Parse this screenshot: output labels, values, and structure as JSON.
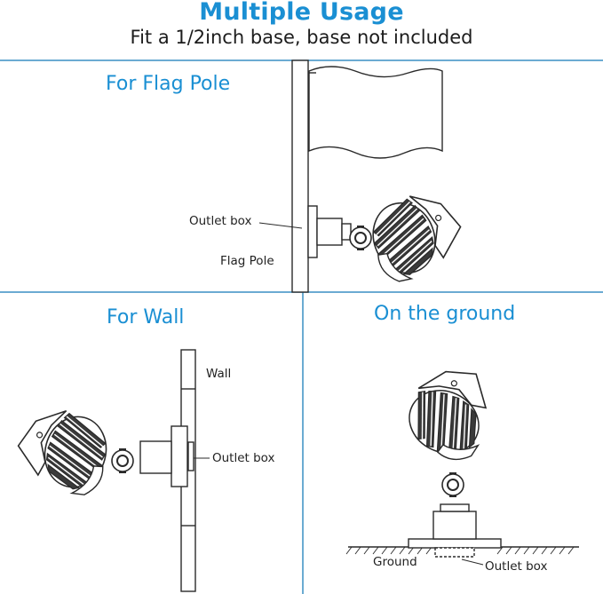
{
  "header": {
    "title": "Multiple Usage",
    "subtitle": "Fit a 1/2inch base, base not included"
  },
  "panels": {
    "flag_pole": {
      "label": "For Flag Pole",
      "callouts": {
        "outlet_box": "Outlet box",
        "flag_pole": "Flag Pole"
      }
    },
    "wall": {
      "label": "For Wall",
      "callouts": {
        "wall": "Wall",
        "outlet_box": "Outlet box"
      }
    },
    "ground": {
      "label": "On the ground",
      "callouts": {
        "ground": "Ground",
        "outlet_box": "Outlet box"
      }
    }
  },
  "colors": {
    "accent": "#1a8fd3",
    "line": "#333333",
    "divider": "#3a8fc4"
  }
}
